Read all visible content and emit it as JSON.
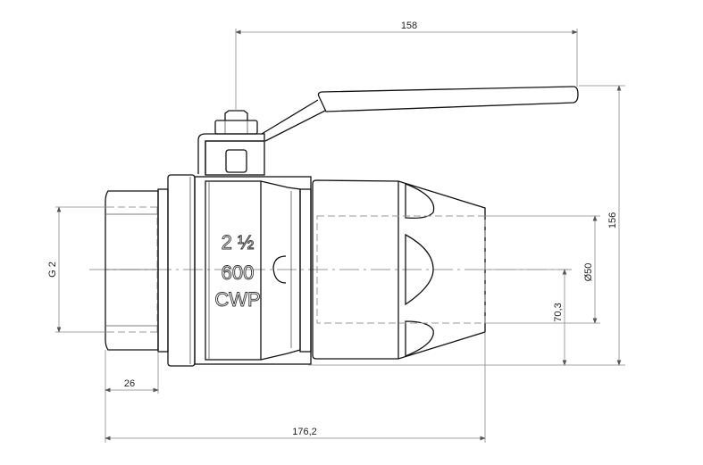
{
  "drawing": {
    "body_marking": {
      "size": "2 ½",
      "pressure": "600",
      "rating": "CWP"
    },
    "dimensions": {
      "handle_length": "158",
      "overall_height": "156",
      "pipe_diameter": "Ø50",
      "centre_height": "70,3",
      "thread": "G 2",
      "thread_length": "26",
      "overall_length": "176,2"
    }
  }
}
